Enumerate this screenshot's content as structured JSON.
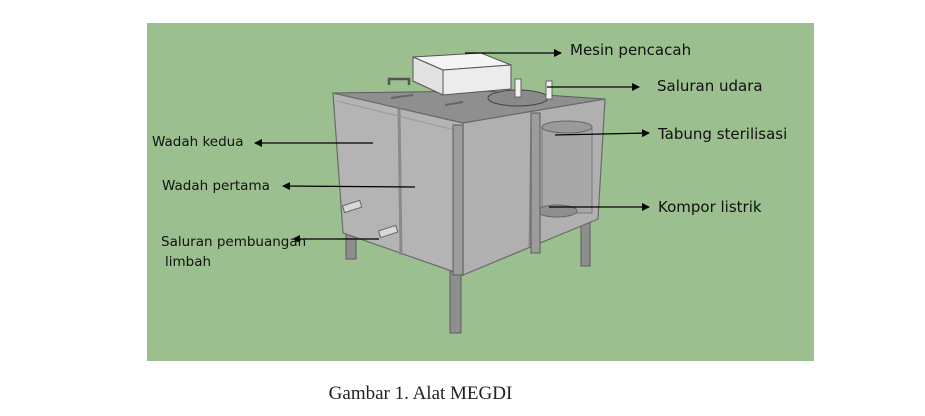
{
  "figure": {
    "labels": {
      "mesin_pencacah": "Mesin pencacah",
      "saluran_udara": "Saluran udara",
      "tabung_sterilisasi": "Tabung sterilisasi",
      "kompor_listrik": "Kompor listrik",
      "wadah_kedua": "Wadah kedua",
      "wadah_pertama": "Wadah pertama",
      "saluran_pembuangan_1": "Saluran pembuangan",
      "saluran_pembuangan_2": "limbah"
    },
    "colors": {
      "background": "#9bbf8e",
      "frame": "#8a8a8a",
      "panel": "#b3b3b3",
      "machine": "#eeeeee"
    }
  },
  "caption": "Gambar 1. Alat MEGDI"
}
